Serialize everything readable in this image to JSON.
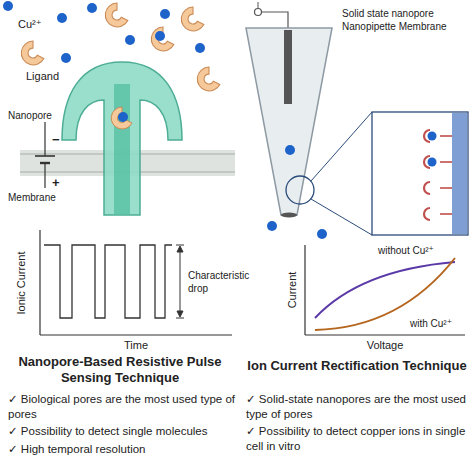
{
  "diagram": {
    "labels": [
      "Cu²⁺",
      "Ligand",
      "Nanopore",
      "Membrane",
      "−",
      "+",
      "Ionic Current",
      "Time",
      "Characteristic drop",
      "Nanopore-Based Resistive Pulse Sensing Technique",
      "✓ Biological pores are the most used type of pores",
      "✓ Possibility to detect single molecules",
      "✓ High temporal resolution",
      "Solid state nanopore Nanopipette Membrane",
      "without Cu²⁺",
      "with Cu²⁺",
      "Current",
      "Voltage",
      "Ion Current Rectification Technique",
      "✓ Solid-state nanopores are the most used type of pores",
      "✓ Possibility to detect copper ions in single cell in vitro"
    ]
  }
}
